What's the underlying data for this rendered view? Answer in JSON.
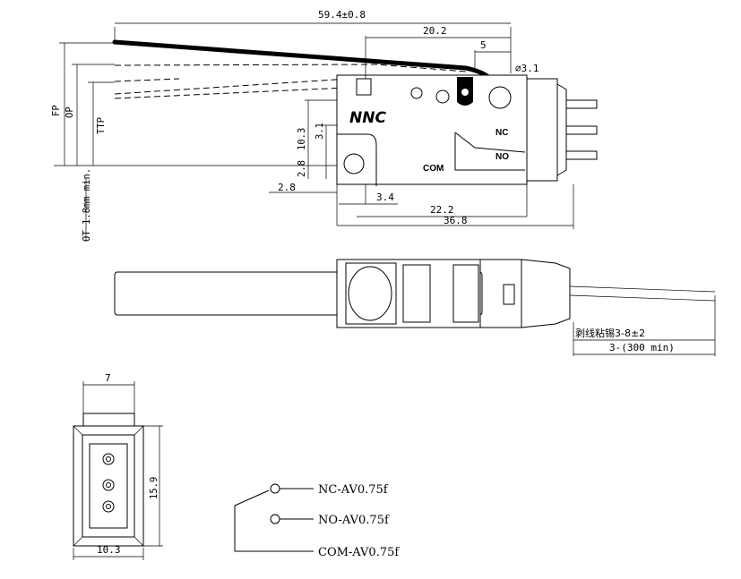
{
  "logo": "NNC",
  "terminals": {
    "nc": "NC",
    "no": "NO",
    "com": "COM"
  },
  "dims": {
    "overall_length": "59.4±0.8",
    "d20_2": "20.2",
    "d5": "5",
    "roller_dia": "∅3.1",
    "d10_3_side": "10.3",
    "d3_1": "3.1",
    "d2_8_v": "2.8",
    "d2_8_h": "2.8",
    "d3_4": "3.4",
    "d22_2": "22.2",
    "d36_8": "36.8",
    "fp": "FP",
    "op": "OP",
    "ttp": "TTP",
    "ot": "OT 1.8mm min.",
    "strip": "剥线粘锡3-8±2",
    "lead_len": "3-(300 min)",
    "width_7": "7",
    "height_15_9": "15.9",
    "width_10_3": "10.3"
  },
  "schematic": {
    "nc": "NC-AV0.75f",
    "no": "NO-AV0.75f",
    "com": "COM-AV0.75f"
  }
}
